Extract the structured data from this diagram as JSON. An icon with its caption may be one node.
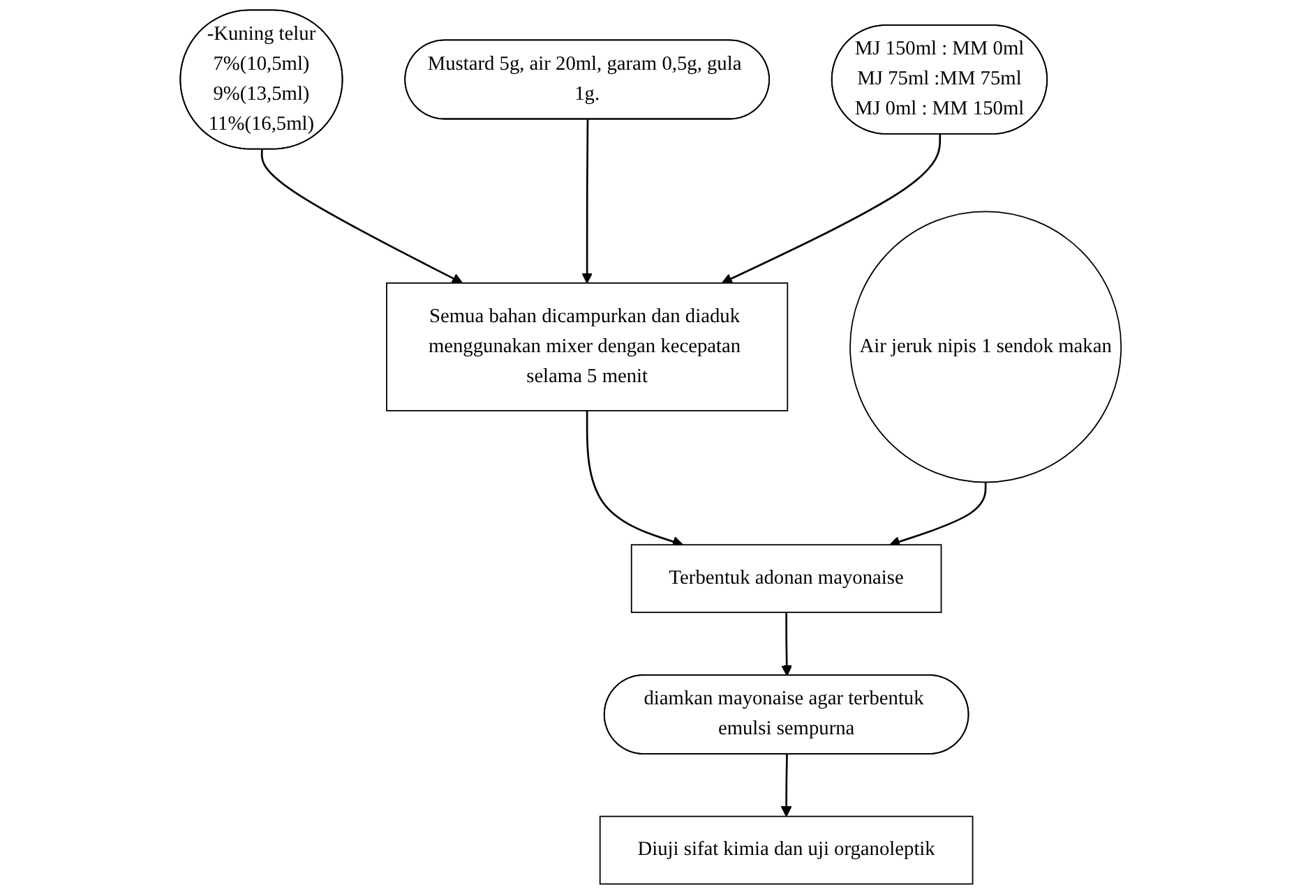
{
  "diagram": {
    "nodes": [
      {
        "text": [
          "-Kuning telur",
          "7%(10,5ml)",
          "9%(13,5ml)",
          "11%(16,5ml)"
        ]
      },
      {
        "text": [
          "Mustard 5g, air 20ml, garam 0,5g, gula 1g."
        ]
      },
      {
        "text": [
          "Semua bahan dicampurkan dan diaduk menggunakan mixer dengan kecepatan selama 5 menit"
        ]
      },
      {
        "text": [
          "MJ 150ml : MM 0ml",
          "MJ 75ml :MM 75ml",
          "MJ 0ml : MM 150ml"
        ]
      },
      {
        "text": [
          "Terbentuk adonan mayonaise"
        ]
      },
      {
        "text": [
          "Air jeruk nipis 1 sendok makan"
        ]
      },
      {
        "text": [
          "diamkan mayonaise agar terbentuk emulsi sempurna"
        ]
      },
      {
        "text": [
          "Diuji sifat kimia dan uji organoleptik"
        ]
      }
    ],
    "edges": [
      {
        "from": 0,
        "to": 2,
        "arrow": "to"
      },
      {
        "from": 1,
        "to": 2,
        "arrow": "to"
      },
      {
        "from": 3,
        "to": 2,
        "arrow": "to"
      },
      {
        "from": 2,
        "to": 4,
        "arrow": "to"
      },
      {
        "from": 5,
        "to": 4,
        "arrow": "to"
      },
      {
        "from": 4,
        "to": 6,
        "arrow": "to"
      },
      {
        "from": 6,
        "to": 7,
        "arrow": "to"
      }
    ]
  }
}
